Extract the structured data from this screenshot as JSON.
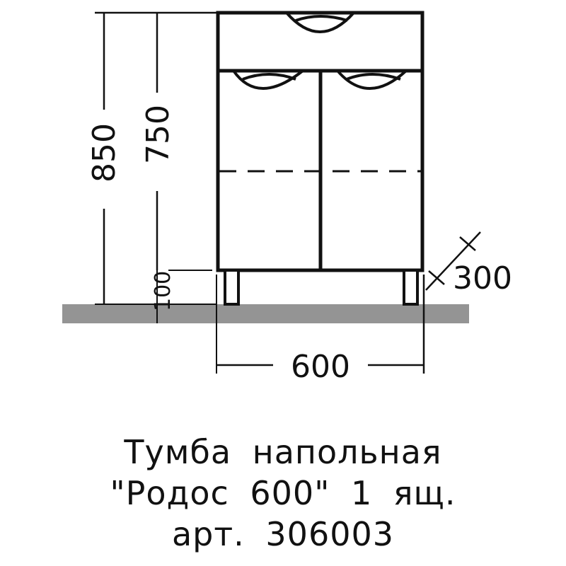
{
  "drawing": {
    "title": "Тумба напольная",
    "model_line": "\"Родос 600\" 1 ящ.",
    "article_line": "арт. 306003",
    "colors": {
      "line": "#111111",
      "floor": "#949494",
      "background": "#ffffff"
    }
  },
  "dimensions": {
    "total_height": "850",
    "body_height": "750",
    "leg_height": "100",
    "width": "600",
    "depth": "300"
  },
  "caption": {
    "line1": "Тумба  напольная",
    "line2": "\"Родос  600\"  1  ящ.",
    "line3": "арт.  306003"
  },
  "components": {
    "drawer_count": 1,
    "door_count": 2,
    "leg_count": 2,
    "shelf": "dashed internal shelf line"
  }
}
